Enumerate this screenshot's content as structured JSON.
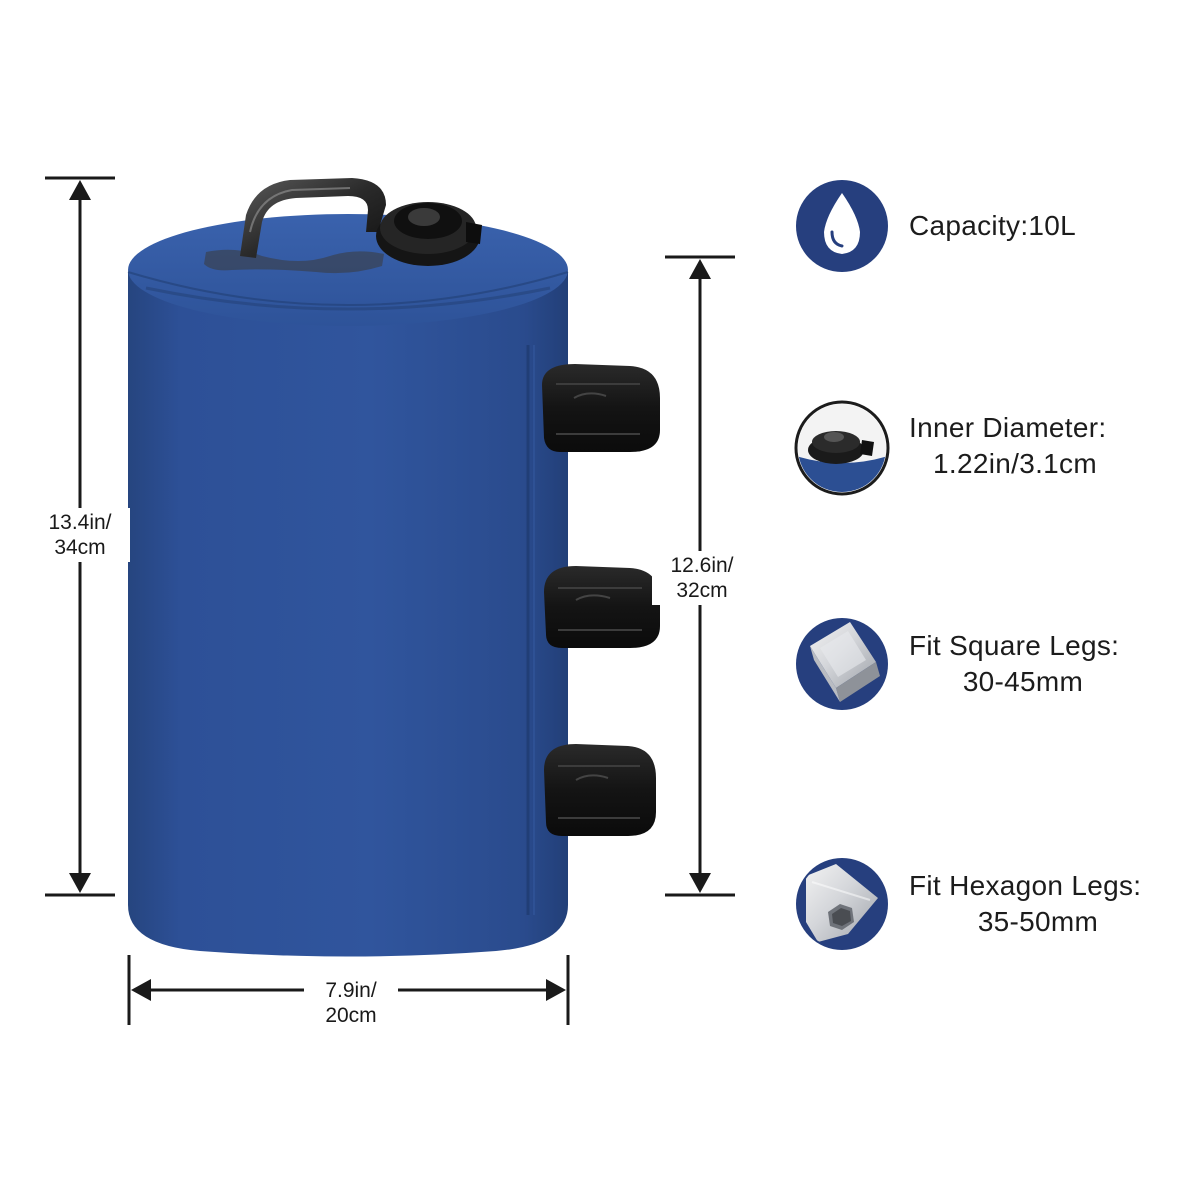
{
  "dimensions": {
    "height_full": {
      "line1": "13.4in/",
      "line2": "34cm"
    },
    "height_inner": {
      "line1": "12.6in/",
      "line2": "32cm"
    },
    "width": {
      "line1": "7.9in/",
      "line2": "20cm"
    }
  },
  "features": {
    "capacity": {
      "line1": "Capacity:10L",
      "icon": "water-drop-icon"
    },
    "inner_diameter": {
      "line1": "Inner Diameter:",
      "line2": "1.22in/3.1cm",
      "icon": "fill-cap-icon"
    },
    "square_legs": {
      "line1": "Fit Square Legs:",
      "line2": "30-45mm",
      "icon": "square-tube-icon"
    },
    "hexagon_legs": {
      "line1": "Fit Hexagon Legs:",
      "line2": "35-50mm",
      "icon": "hexagon-tube-icon"
    }
  },
  "colors": {
    "bag_blue": "#2c4f93",
    "badge_navy": "#263f7e",
    "strap_black": "#141414"
  }
}
